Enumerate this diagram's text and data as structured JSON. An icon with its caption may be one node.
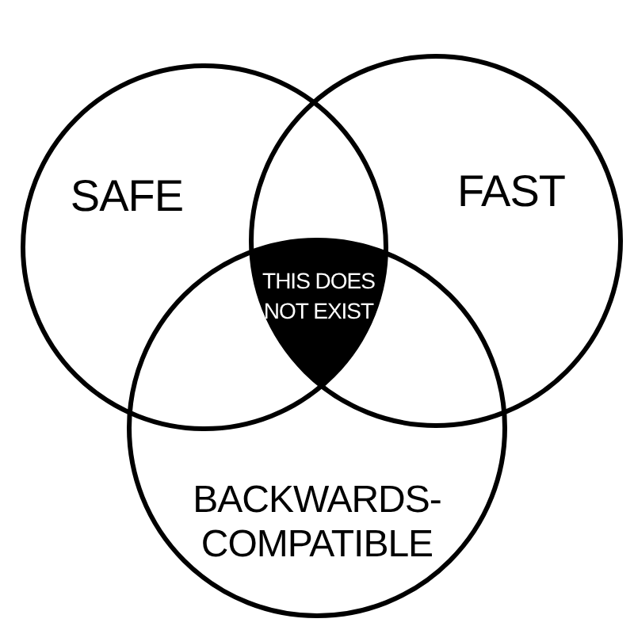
{
  "diagram": {
    "nodes": [
      {
        "text": [
          "SAFE"
        ]
      },
      {
        "text": [
          "FAST"
        ]
      },
      {
        "text": [
          "BACKWARDS-COMPATIBLE"
        ]
      },
      {
        "text": [
          "THIS DOES NOT EXIST"
        ]
      }
    ]
  }
}
